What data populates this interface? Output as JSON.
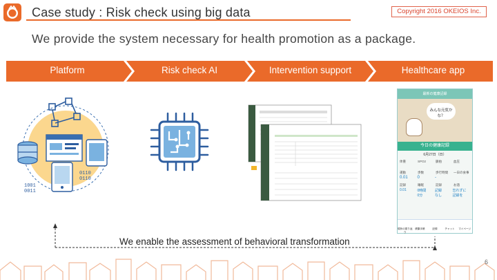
{
  "header": {
    "title": "Case study : Risk check using big data",
    "copyright": "Copyright 2016 OKEIOS Inc.",
    "subtitle": "We provide the system necessary for health promotion as a package."
  },
  "flow": {
    "steps": [
      "Platform",
      "Risk check AI",
      "Intervention support",
      "Healthcare app"
    ],
    "color": "#ea6a2a"
  },
  "caption": "We enable the assessment of behavioral transformation",
  "page_number": "6",
  "app": {
    "screen_title": "最新の健康記録",
    "speech": "みんな元気かな？",
    "record_button": "今日の健康記録",
    "date": "6月27日（日）",
    "metrics_row1": [
      "体重",
      "SPO2",
      "脈拍",
      "血圧"
    ],
    "metrics_row2": [
      "運動",
      "歩数",
      "歩行時間",
      "一日の食事"
    ],
    "values_row2": [
      "0.01",
      "0",
      "-"
    ],
    "metrics_row3": [
      "記録",
      "睡眠",
      "記録",
      "お酒"
    ],
    "values_row3": [
      "0.01",
      "0時間\n0分",
      "記録\nなし",
      "忘れずに\n記録を"
    ],
    "nav": [
      "現状の振り返り",
      "健康手帳",
      "記録",
      "チャット",
      "マイページ"
    ]
  }
}
